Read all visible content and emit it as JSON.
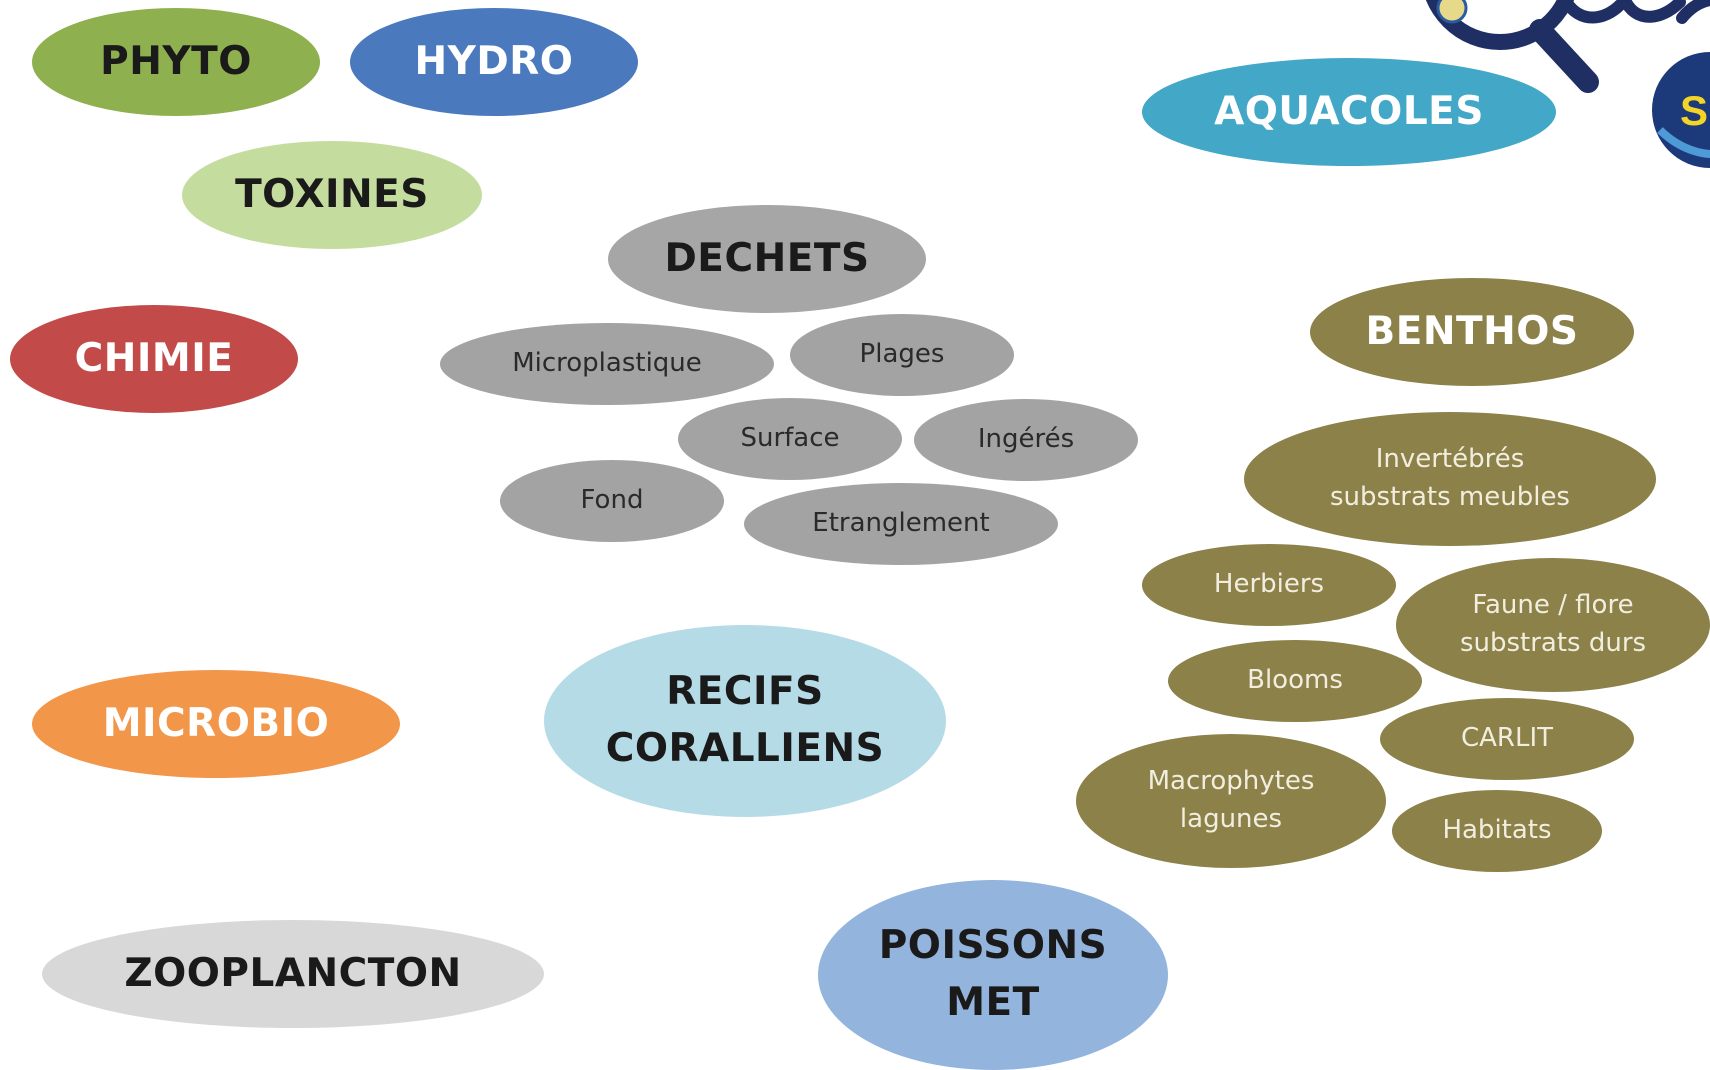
{
  "categories": {
    "phyto": "PHYTO",
    "hydro": "HYDRO",
    "toxines": "TOXINES",
    "chimie": "CHIMIE",
    "microbio": "MICROBIO",
    "zooplancton": "ZOOPLANCTON",
    "aquacoles": "AQUACOLES",
    "recifs": "RECIFS\nCORALLIENS",
    "poissons": "POISSONS\nMET"
  },
  "dechets": {
    "title": "DECHETS",
    "items": [
      "Microplastique",
      "Plages",
      "Surface",
      "Ingérés",
      "Fond",
      "Etranglement"
    ]
  },
  "benthos": {
    "title": "BENTHOS",
    "items": [
      "Invertébrés\nsubstrats meubles",
      "Herbiers",
      "Faune / flore\nsubstrats durs",
      "Blooms",
      "CARLIT",
      "Macrophytes\nlagunes",
      "Habitats"
    ]
  },
  "logo": {
    "partial_letter": "S"
  },
  "colors": {
    "phyto": "#8fb04f",
    "hydro": "#4a79bd",
    "toxines": "#c4dd9e",
    "chimie": "#c24a48",
    "microbio": "#f2964a",
    "zooplancton": "#d8d8d8",
    "dechets": "#a6a6a6",
    "recifs": "#b5dbe6",
    "poissons": "#93b4dc",
    "aquacoles": "#43a7c8",
    "benthos": "#8b8149"
  }
}
